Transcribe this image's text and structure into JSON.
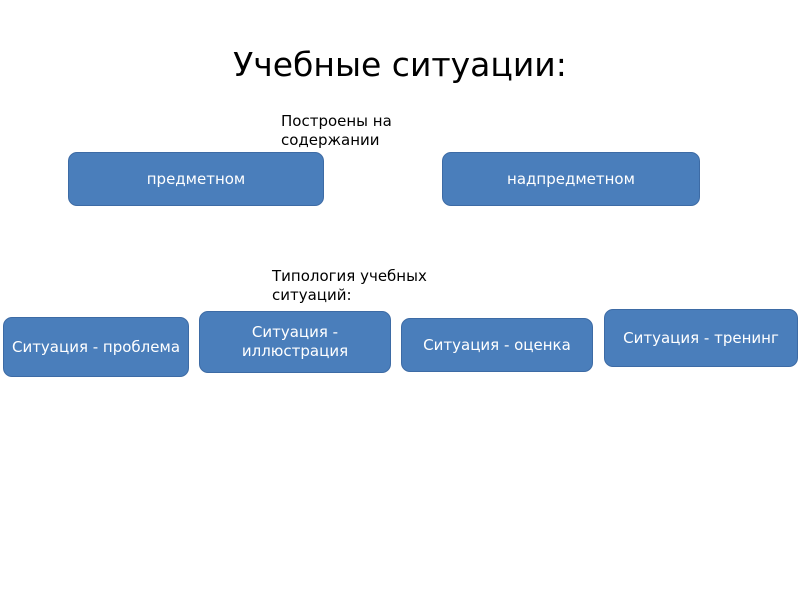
{
  "slide": {
    "title": "Учебные ситуации:",
    "captions": {
      "built_on": "Построены на содержании",
      "typology": "Типология учебных ситуаций:"
    },
    "content_boxes": [
      {
        "label": "предметном"
      },
      {
        "label": "надпредметном"
      }
    ],
    "typology_boxes": [
      {
        "label": "Ситуация - проблема"
      },
      {
        "label": "Ситуация - иллюстрация"
      },
      {
        "label": "Ситуация - оценка"
      },
      {
        "label": "Ситуация - тренинг"
      }
    ],
    "colors": {
      "box_fill": "#4a7ebb",
      "box_border": "#3d6ba5",
      "box_text": "#ffffff",
      "background": "#ffffff",
      "text": "#000000"
    }
  }
}
